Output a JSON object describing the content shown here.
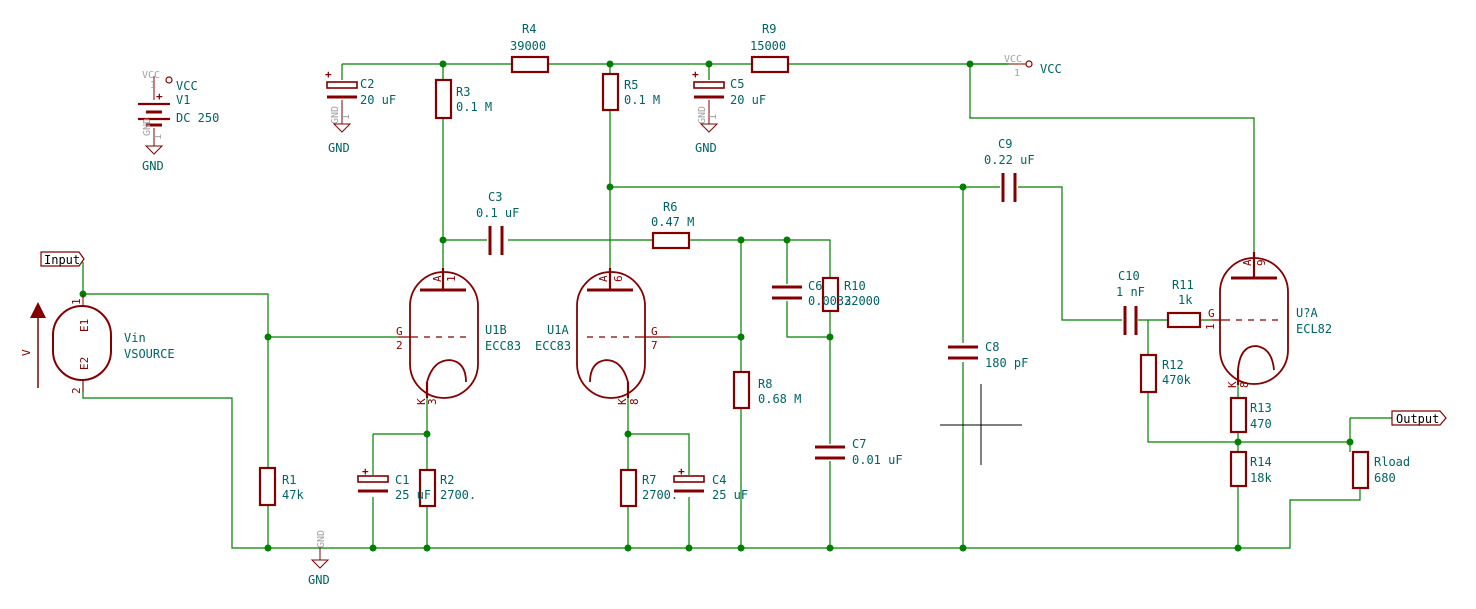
{
  "components": {
    "V1": {
      "ref": "V1",
      "value": "DC 250",
      "net": "VCC",
      "gnd": "GND",
      "pin1": "1",
      "pin2": "1"
    },
    "Vin": {
      "ref": "Vin",
      "value": "VSOURCE",
      "e1": "E1",
      "e2": "E2",
      "pin1": "1",
      "pin2": "2",
      "polarity": "V"
    },
    "R1": {
      "ref": "R1",
      "value": "47k"
    },
    "R2": {
      "ref": "R2",
      "value": "2700."
    },
    "R3": {
      "ref": "R3",
      "value": "0.1 M"
    },
    "R4": {
      "ref": "R4",
      "value": "39000"
    },
    "R5": {
      "ref": "R5",
      "value": "0.1 M"
    },
    "R6": {
      "ref": "R6",
      "value": "0.47 M"
    },
    "R7": {
      "ref": "R7",
      "value": "2700."
    },
    "R8": {
      "ref": "R8",
      "value": "0.68 M"
    },
    "R9": {
      "ref": "R9",
      "value": "15000"
    },
    "R10": {
      "ref": "R10",
      "value": "22000"
    },
    "R11": {
      "ref": "R11",
      "value": "1k"
    },
    "R12": {
      "ref": "R12",
      "value": "470k"
    },
    "R13": {
      "ref": "R13",
      "value": "470"
    },
    "R14": {
      "ref": "R14",
      "value": "18k"
    },
    "Rload": {
      "ref": "Rload",
      "value": "680"
    },
    "C1": {
      "ref": "C1",
      "value": "25 uF"
    },
    "C2": {
      "ref": "C2",
      "value": "20 uF"
    },
    "C3": {
      "ref": "C3",
      "value": "0.1 uF"
    },
    "C4": {
      "ref": "C4",
      "value": "25 uF"
    },
    "C5": {
      "ref": "C5",
      "value": "20 uF"
    },
    "C6": {
      "ref": "C6",
      "value": "0.0033"
    },
    "C7": {
      "ref": "C7",
      "value": "0.01 uF"
    },
    "C8": {
      "ref": "C8",
      "value": "180 pF"
    },
    "C9": {
      "ref": "C9",
      "value": "0.22 uF"
    },
    "C10": {
      "ref": "C10",
      "value": "1 nF"
    },
    "U1B": {
      "ref": "U1B",
      "value": "ECC83",
      "pin_a": "1",
      "pin_g": "2",
      "pin_k": "3",
      "a": "A",
      "g": "G",
      "k": "K"
    },
    "U1A": {
      "ref": "U1A",
      "value": "ECC83",
      "pin_a": "6",
      "pin_g": "7",
      "pin_k": "8",
      "a": "A",
      "g": "G",
      "k": "K"
    },
    "U2A": {
      "ref": "U?A",
      "value": "ECL82",
      "pin_a": "9",
      "pin_g": "1",
      "pin_k": "8",
      "a": "A",
      "g": "G",
      "k": "K"
    }
  },
  "power": {
    "vcc": "VCC",
    "gnd": "GND",
    "pin1": "1"
  },
  "ports": {
    "input": "Input",
    "output": "Output"
  }
}
